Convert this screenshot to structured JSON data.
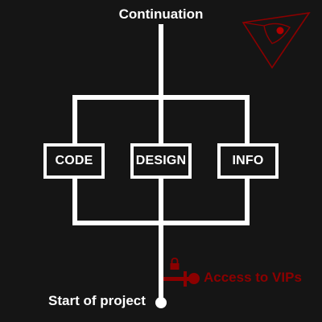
{
  "header": {
    "title": "Continuation"
  },
  "nodes": [
    {
      "label": "CODE"
    },
    {
      "label": "DESIGN"
    },
    {
      "label": "INFO"
    }
  ],
  "start": {
    "label": "Start of project"
  },
  "vip": {
    "label": "Access to VIPs",
    "icon": "lock-icon"
  },
  "logo": {
    "icon": "eye-triangle-logo"
  },
  "colors": {
    "background": "#151515",
    "lines": "#ffffff",
    "accent": "#8b0000"
  }
}
